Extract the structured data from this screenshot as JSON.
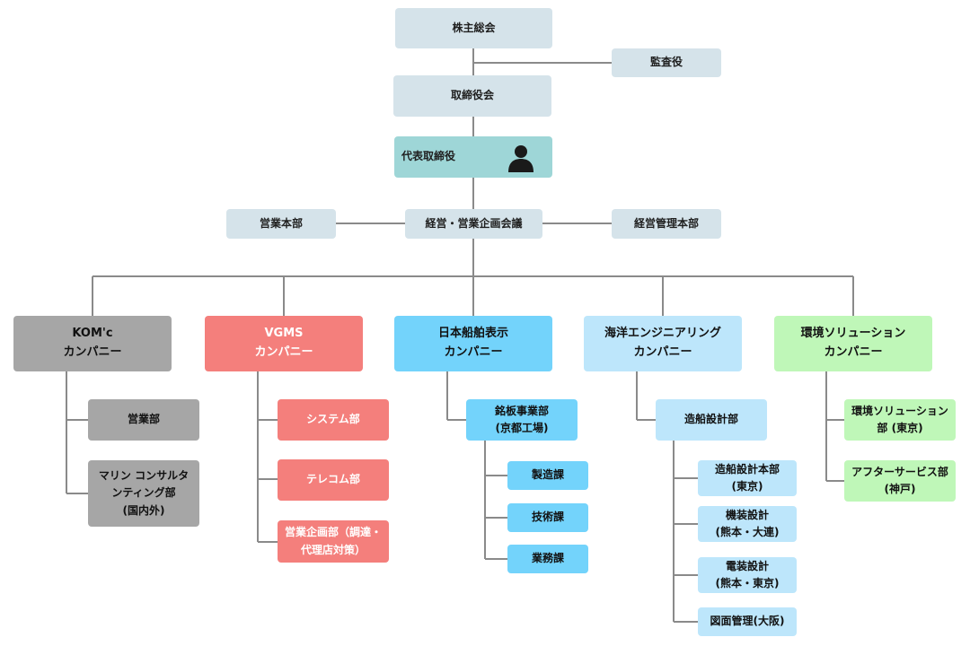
{
  "top": {
    "shareholders": "株主総会",
    "auditor": "監査役",
    "board": "取締役会",
    "ceo": "代表取締役",
    "sales_hq": "営業本部",
    "mgmt_meeting": "経営・営業企画会議",
    "admin_hq": "経営管理本部"
  },
  "companies": {
    "kom": {
      "title": "KOM'c\nカンパニー",
      "units": [
        "営業部",
        "マリン コンサルタ\nンティング部\n(国内外)"
      ]
    },
    "vgms": {
      "title": "VGMS\nカンパニー",
      "units": [
        "システム部",
        "テレコム部",
        "営業企画部（調達・\n代理店対策）"
      ]
    },
    "nameplate": {
      "title": "日本船舶表示\nカンパニー",
      "division": "銘板事業部\n(京都工場)",
      "sections": [
        "製造課",
        "技術課",
        "業務課"
      ]
    },
    "marine": {
      "title": "海洋エンジニアリング\nカンパニー",
      "division": "造船設計部",
      "sections": [
        "造船設計本部\n(東京)",
        "機装設計\n(熊本・大連)",
        "電装設計\n(熊本・東京)",
        "図面管理(大阪)"
      ]
    },
    "env": {
      "title": "環境ソリューション\nカンパニー",
      "units": [
        "環境ソリューション\n部 (東京)",
        "アフターサービス部\n(神戸)"
      ]
    }
  },
  "colors": {
    "top": "#d5e3ea",
    "ceo": "#9ed6d7",
    "kom": "#a6a6a6",
    "vgms": "#f47f7c",
    "nameplate": "#73d3fb",
    "marine": "#bde6fb",
    "env": "#bff7b8",
    "line": "#8a8a8a"
  },
  "icons": {
    "ceo": "person-silhouette-icon"
  }
}
